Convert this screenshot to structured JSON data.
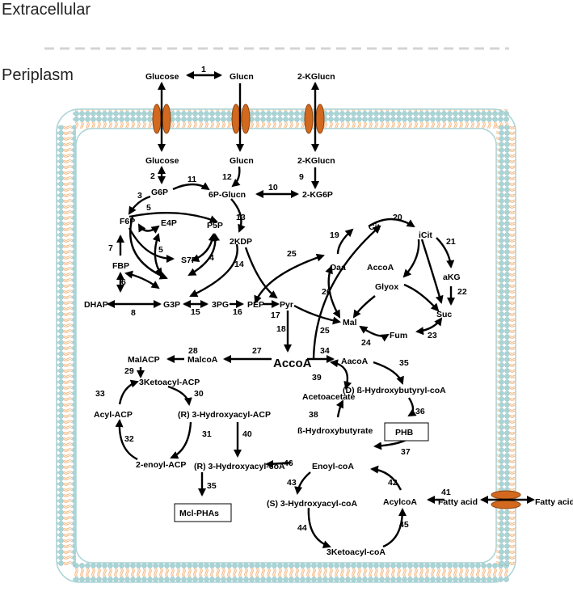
{
  "regions": {
    "extracellular": "Extracellular",
    "periplasm": "Periplasm"
  },
  "colors": {
    "lipid_head": "#a9d4d6",
    "lipid_tail": "#f0a45e",
    "transporter": "#d2691e",
    "arrow": "#000000"
  },
  "metabolites": {
    "glucose_out": "Glucose",
    "glucn_out": "Glucn",
    "kglucn_out": "2-KGlucn",
    "glucose_in": "Glucose",
    "glucn_in": "Glucn",
    "kglucn_in": "2-KGlucn",
    "kg6p": "2-KG6P",
    "g6p": "G6P",
    "p6glucn": "6P-Glucn",
    "f6p": "F6P",
    "e4p": "E4P",
    "p5p": "P5P",
    "s7p": "S7P",
    "kdp": "2KDP",
    "fbp": "FBP",
    "dhap": "DHAP",
    "g3p": "G3P",
    "pg3": "3PG",
    "pep": "PEP",
    "pyr": "Pyr",
    "cit": "Cit",
    "icit": "iCit",
    "oaa": "Oaa",
    "accoa_tca": "AccoA",
    "glyox": "Glyox",
    "akg": "aKG",
    "suc": "Suc",
    "mal": "Mal",
    "fum": "Fum",
    "accoa": "AccoA",
    "malcoa": "MalcoA",
    "malacp": "MalACP",
    "ketoacyl_acp": "3Ketoacyl-ACP",
    "acyl_acp": "Acyl-ACP",
    "r_hacyl_acp": "(R) 3-Hydroxyacyl-ACP",
    "enoyl_acp": "2-enoyl-ACP",
    "r_hacyl_coa": "(R) 3-Hydroxyacyl-coA",
    "mcl_phas": "Mcl-PHAs",
    "aacoa": "AacoA",
    "d_hb_coa": "(D) ß-Hydroxybutyryl-coA",
    "acetoacetate": "Acetoacetate",
    "hb": "ß-Hydroxybutyrate",
    "phb": "PHB",
    "enoyl_coa": "Enoyl-coA",
    "s_hacyl_coa": "(S) 3-Hydroxyacyl-coA",
    "acylcoa": "AcylcoA",
    "ketoacyl_coa": "3Ketoacyl-coA",
    "fa_in": "Fatty acid",
    "fa_out": "Fatty acid"
  },
  "reactions": [
    "1",
    "2",
    "3",
    "5",
    "11",
    "12",
    "10",
    "9",
    "13",
    "5",
    "7",
    "4",
    "6",
    "14",
    "8",
    "15",
    "16",
    "17",
    "18",
    "20",
    "21",
    "19",
    "25",
    "26",
    "22",
    "23",
    "24",
    "25",
    "27",
    "28",
    "34",
    "35",
    "29",
    "33",
    "30",
    "31",
    "40",
    "32",
    "35",
    "39",
    "36",
    "38",
    "37",
    "46",
    "43",
    "42",
    "41",
    "44",
    "45"
  ]
}
